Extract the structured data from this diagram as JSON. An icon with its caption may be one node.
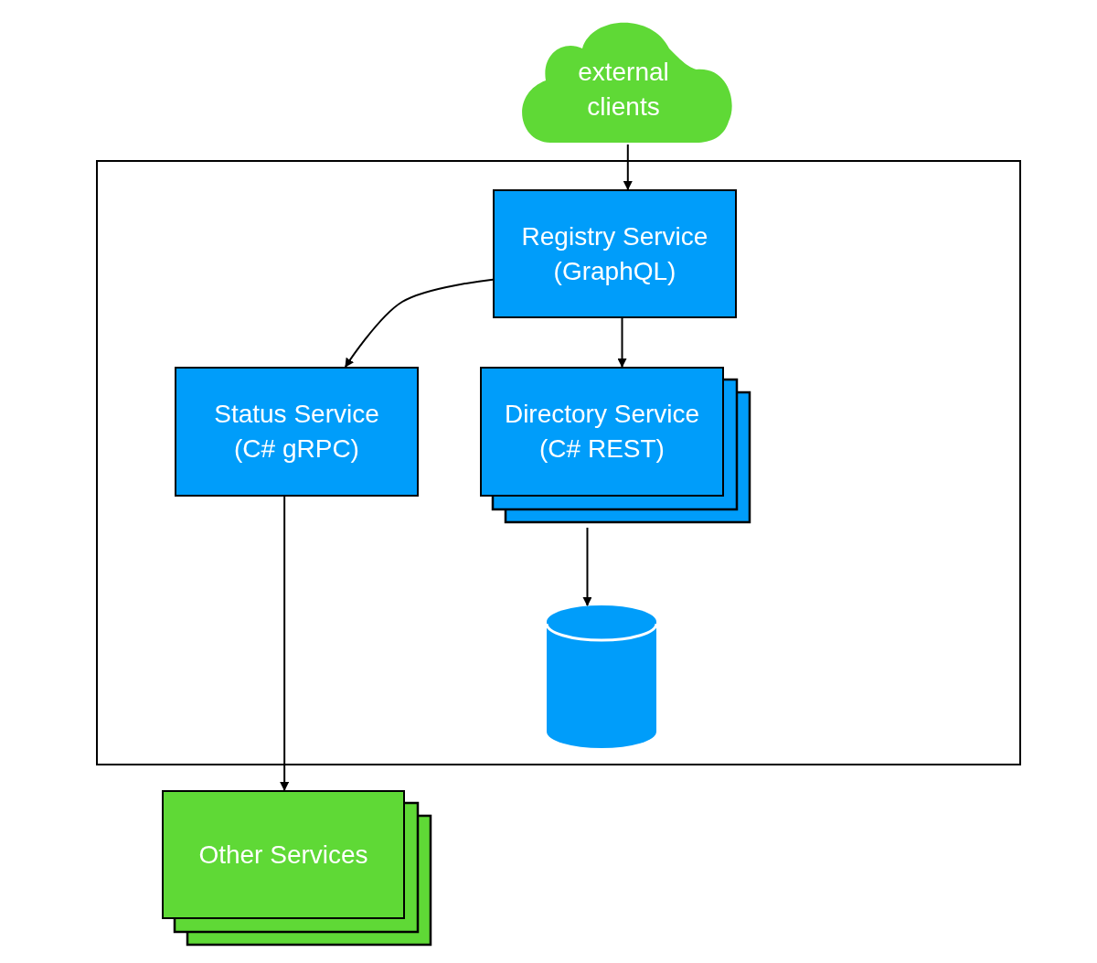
{
  "diagram": {
    "nodes": [
      {
        "text": [],
        "shape": "box"
      },
      {
        "text": [
          "external clients"
        ]
      },
      {
        "text": [
          "Registry Service (GraphQL)"
        ],
        "in": 0
      },
      {
        "text": [
          "Status Service (C# gRPC)"
        ],
        "in": 0
      },
      {
        "text": [
          "Directory Service (C# REST)"
        ],
        "in": 0
      },
      {
        "text": [],
        "shape": "cylinder",
        "in": 0
      },
      {
        "text": [
          "Other Services"
        ]
      }
    ],
    "edges": [
      {
        "from": 1,
        "to": 2,
        "arrow": "to"
      },
      {
        "from": 2,
        "to": 3,
        "arrow": "to"
      },
      {
        "from": 2,
        "to": 4,
        "arrow": "to"
      },
      {
        "from": 4,
        "to": 5,
        "arrow": "to"
      },
      {
        "from": 3,
        "to": 6,
        "arrow": "to"
      }
    ]
  }
}
